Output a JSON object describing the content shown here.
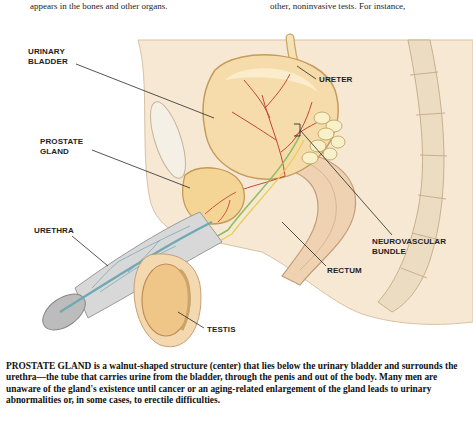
{
  "diagram": {
    "caption": "PROSTATE GLAND is a walnut-shaped structure (center) that lies below the urinary bladder and surrounds the urethra—the tube that carries urine from the bladder, through the penis and out of the body. Many men are unaware of the gland's existence until cancer or an aging-related enlargement of the gland leads to urinary abnormalities or, in some cases, to erectile difficulties.",
    "labels": [
      "appears in the bones and other organs.",
      "other, noninvasive tests. For instance,",
      "URINARY BLADDER",
      "URETER",
      "PROSTATE GLAND",
      "URETHRA",
      "NEUROVASCULAR BUNDLE",
      "RECTUM",
      "TESTIS"
    ]
  }
}
